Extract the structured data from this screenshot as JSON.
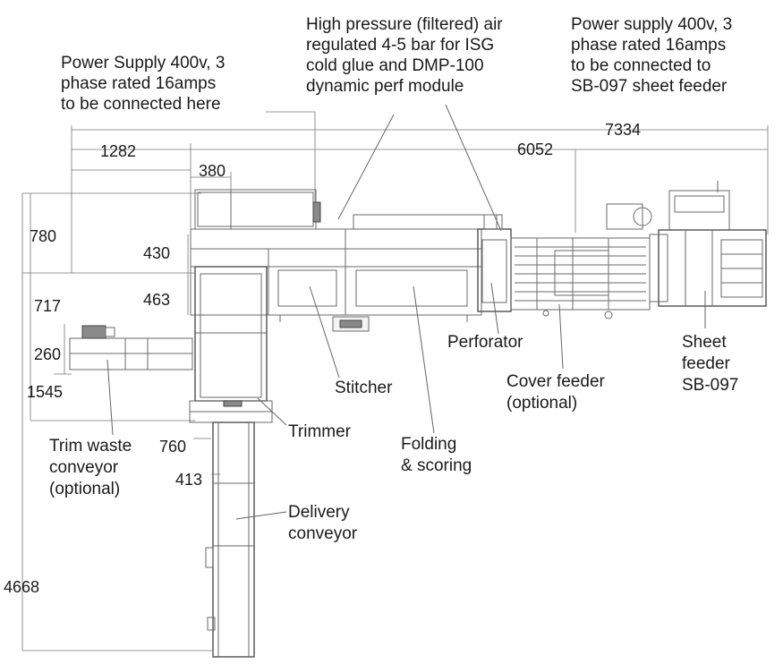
{
  "labels": {
    "air_supply": [
      "High pressure (filtered) air",
      "regulated 4-5 bar for ISG",
      "cold glue and DMP-100",
      "dynamic perf module"
    ],
    "power_left": [
      "Power Supply 400v, 3",
      "phase rated 16amps",
      "to be connected here"
    ],
    "power_right": [
      "Power supply 400v, 3",
      "phase rated 16amps",
      "to be connected to",
      "SB-097 sheet feeder"
    ],
    "perforator": "Perforator",
    "sheet_feeder": [
      "Sheet",
      "feeder",
      "SB-097"
    ],
    "cover_feeder": [
      "Cover feeder",
      "(optional)"
    ],
    "stitcher": "Stitcher",
    "trimmer": "Trimmer",
    "folding": [
      "Folding",
      "& scoring"
    ],
    "trim_waste": [
      "Trim waste",
      "conveyor",
      "(optional)"
    ],
    "delivery": [
      "Delivery",
      "conveyor"
    ]
  },
  "dimensions": {
    "d7334": "7334",
    "d6052": "6052",
    "d1282": "1282",
    "d380": "380",
    "d780": "780",
    "d430": "430",
    "d463": "463",
    "d717": "717",
    "d260": "260",
    "d1545": "1545",
    "d760": "760",
    "d413": "413",
    "d4668": "4668"
  }
}
